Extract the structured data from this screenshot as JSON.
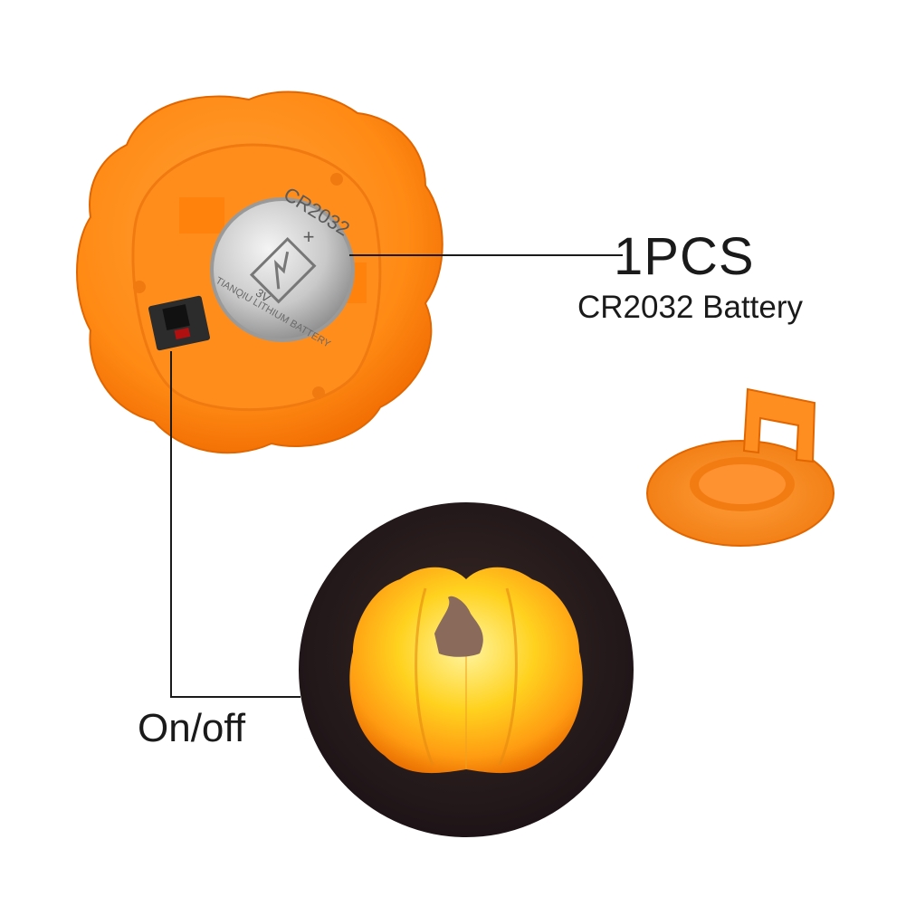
{
  "callouts": {
    "quantity": "1PCS",
    "battery": "CR2032 Battery",
    "switch": "On/off"
  },
  "battery_markings": {
    "model": "CR2032",
    "polarity": "+",
    "voltage": "3V",
    "brand_text": "TIANQIU LITHIUM BATTERY"
  },
  "colors": {
    "housing_orange": "#ff8a14",
    "callout_line": "#1a1a1a",
    "glow_yellow": "#ffd21f",
    "dark_background": "#24181b"
  }
}
